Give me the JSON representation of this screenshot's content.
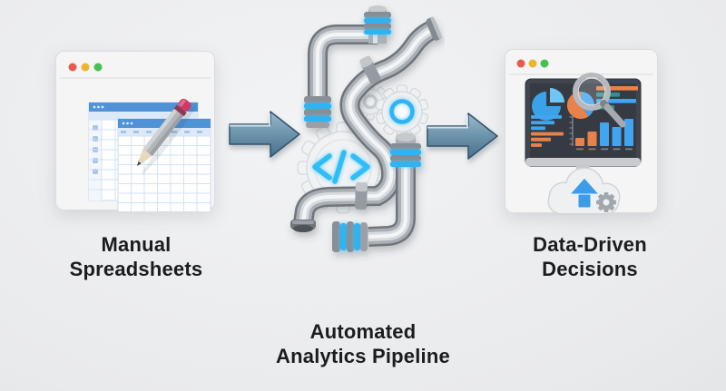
{
  "diagram": {
    "type": "process-flow",
    "nodes": [
      {
        "id": "manual-spreadsheets",
        "label_lines": [
          "Manual",
          "Spreadsheets"
        ],
        "illustration": "browser-window-with-spreadsheets-and-pencil"
      },
      {
        "id": "automated-analytics-pipeline",
        "label_lines": [
          "Automated",
          "Analytics Pipeline"
        ],
        "illustration": "chrome-pipes-with-gears-and-code-symbol"
      },
      {
        "id": "data-driven-decisions",
        "label_lines": [
          "Data-Driven",
          "Decisions"
        ],
        "illustration": "dashboard-monitor-with-magnifier-and-upload-cloud"
      }
    ],
    "connectors": [
      {
        "from": "manual-spreadsheets",
        "to": "automated-analytics-pipeline",
        "shape": "right-arrow"
      },
      {
        "from": "automated-analytics-pipeline",
        "to": "data-driven-decisions",
        "shape": "right-arrow"
      }
    ]
  },
  "dashboard_illustration": {
    "background": "#363a43",
    "pie1": {
      "color": "#3aa2e9",
      "detached_slice_color": "#70c5f4",
      "detached_fraction": 0.25
    },
    "pie2": {
      "main_color": "#e8824a",
      "wedge_color": "#41a5ef",
      "wedge_fraction": 0.4
    },
    "hbars_top_right": {
      "widths": [
        46,
        26,
        44,
        20
      ],
      "colors": [
        "#e8824a",
        "#2e9390",
        "#41a5ef",
        "#2e9390"
      ]
    },
    "hbars_bottom_left": {
      "widths": [
        34,
        26,
        16,
        36,
        22,
        12
      ],
      "colors": [
        "#41a5ef",
        "#41a5ef",
        "#41a5ef",
        "#e8824a",
        "#e8824a",
        "#e8824a"
      ]
    },
    "vbars": {
      "heights": [
        9,
        16,
        26,
        21,
        30
      ],
      "colors": [
        "#e8824a",
        "#e8824a",
        "#41a5ef",
        "#41a5ef",
        "#41a5ef"
      ]
    }
  },
  "colors": {
    "background_top": "#f2f3f4",
    "background_bottom": "#d8dadc",
    "text": "#1b1c1e",
    "arrow_fill": "#6d94ad",
    "arrow_outline": "#33536a",
    "pipe_chrome": "#a9afb4",
    "accent_blue_glow": "#2fb3f3",
    "window_fill": "#f5f5f6",
    "spreadsheet_header_blue": "#4f92d6",
    "traffic_red": "#e85c4f",
    "traffic_yellow": "#f0b42c",
    "traffic_green": "#47c14f",
    "pencil_body": "#b3b6ba",
    "pencil_eraser": "#cb3c63",
    "cloud_fill": "#eef0f1",
    "upload_arrow_blue": "#3e9be7"
  },
  "icons": [
    "browser-window-icon",
    "spreadsheet-icon",
    "pencil-icon",
    "right-arrow-icon",
    "pipe-icon",
    "pipe-flange-icon",
    "gear-icon",
    "code-brackets-icon",
    "monitor-icon",
    "pie-chart-icon",
    "horizontal-bar-chart-icon",
    "vertical-bar-chart-icon",
    "magnifier-icon",
    "cloud-icon",
    "upload-arrow-icon"
  ]
}
